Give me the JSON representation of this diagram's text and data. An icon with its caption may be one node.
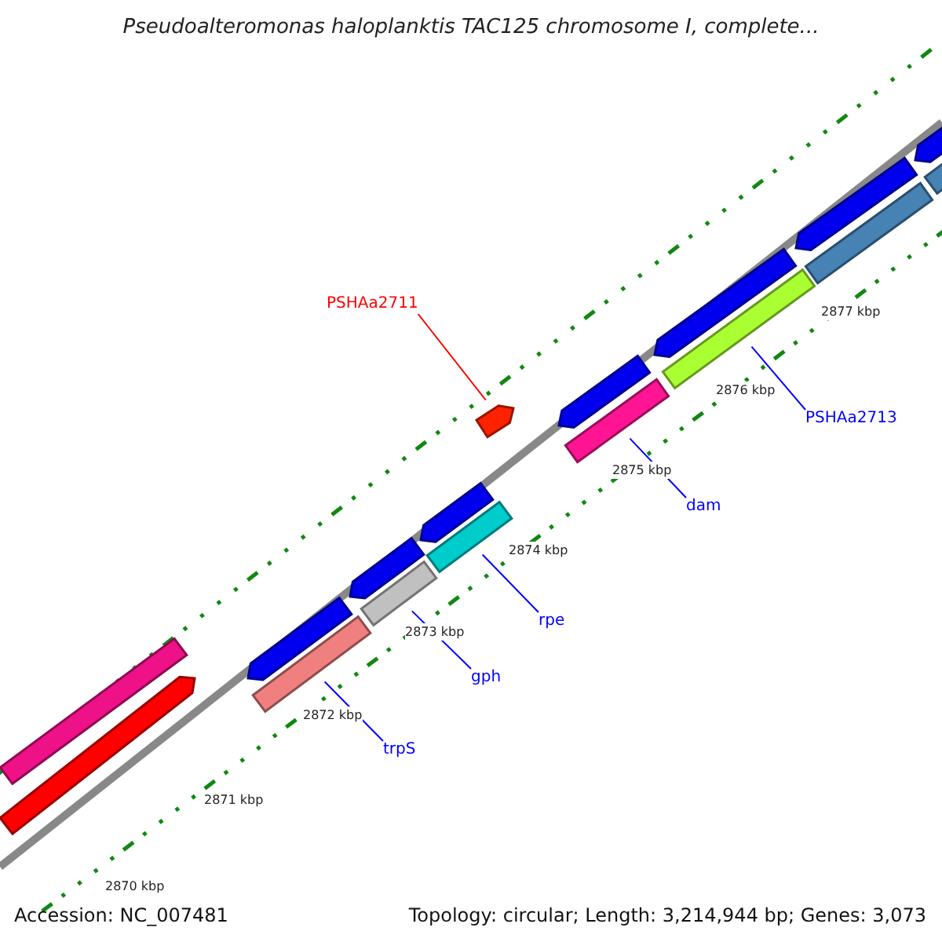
{
  "diagram": {
    "title": "Pseudoalteromonas haloplanktis TAC125 chromosome I, complete...",
    "nodes": [
      {
        "text": [
          "PSHAa2711"
        ]
      },
      {
        "text": [],
        "shape": "bar"
      },
      {
        "text": [
          "PSHAa2713"
        ]
      },
      {
        "text": [],
        "shape": "bar"
      },
      {
        "text": [
          "dam"
        ]
      },
      {
        "text": [],
        "shape": "bar"
      },
      {
        "text": [
          "rpe"
        ]
      },
      {
        "text": [],
        "shape": "bar"
      },
      {
        "text": [
          "gph"
        ]
      },
      {
        "text": [],
        "shape": "bar"
      },
      {
        "text": [
          "trpS"
        ]
      },
      {
        "text": [],
        "shape": "bar"
      },
      {
        "text": [],
        "shape": "bar"
      },
      {
        "text": [],
        "shape": "bar"
      },
      {
        "text": [],
        "shape": "bar"
      },
      {
        "text": [],
        "shape": "bar"
      },
      {
        "text": [],
        "shape": "bar"
      },
      {
        "text": [],
        "shape": "bar"
      },
      {
        "text": [],
        "shape": "bar"
      },
      {
        "text": [],
        "shape": "bar"
      },
      {
        "text": [],
        "shape": "bar"
      },
      {
        "text": [],
        "shape": "bar"
      },
      {
        "text": [],
        "shape": "bar"
      }
    ],
    "edges": [
      {
        "from": 0,
        "to": 1,
        "arrow": "none",
        "color": "#ff0000"
      },
      {
        "from": 2,
        "to": 3,
        "arrow": "none"
      },
      {
        "from": 4,
        "to": 5,
        "arrow": "none"
      },
      {
        "from": 6,
        "to": 7,
        "arrow": "none"
      },
      {
        "from": 8,
        "to": 9,
        "arrow": "none"
      },
      {
        "from": 10,
        "to": 11,
        "arrow": "none"
      }
    ],
    "labels": [
      "2877 kbp",
      "2876 kbp",
      "2875 kbp",
      "2874 kbp",
      "2873 kbp",
      "2872 kbp",
      "2871 kbp",
      "2870 kbp",
      "Accession: NC_007481",
      "Topology: circular; Length: 3,214,944 bp; Genes: 3,073"
    ]
  }
}
